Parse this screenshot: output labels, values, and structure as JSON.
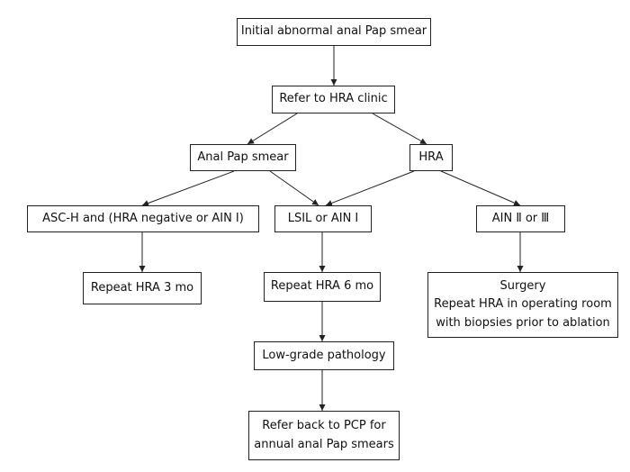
{
  "nodes": {
    "initial": "Initial abnormal anal Pap smear",
    "refer": "Refer to HRA clinic",
    "pap": "Anal Pap smear",
    "hra": "HRA",
    "asch": "ASC-H and (HRA negative or AIN Ⅰ)",
    "lsil": "LSIL or AIN Ⅰ",
    "ain23": "AIN Ⅱ or Ⅲ",
    "repeat3": "Repeat HRA 3 mo",
    "repeat6": "Repeat HRA 6 mo",
    "surgery": [
      "Surgery",
      "Repeat HRA in operating room",
      "with biopsies prior to ablation"
    ],
    "lowgrade": "Low-grade pathology",
    "pcp": [
      "Refer back to PCP for",
      "annual anal Pap smears"
    ]
  },
  "colors": {
    "line": "#222222",
    "text": "#111111",
    "background": "#ffffff"
  }
}
